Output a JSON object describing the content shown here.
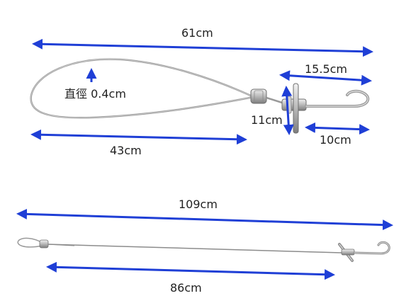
{
  "colors": {
    "dimension_arrow": "#1f3fd6",
    "wire": "#8c8c8c",
    "metal": "#c8c8c8",
    "text": "#222222"
  },
  "detail_view": {
    "total_length": "61cm",
    "hook_section_length": "15.5cm",
    "wire_diameter": "直徑 0.4cm",
    "crossbar_height": "11cm",
    "crossbar_width": "10cm",
    "loop_length": "43cm"
  },
  "full_view": {
    "overall_length": "109cm",
    "wire_length": "86cm"
  }
}
